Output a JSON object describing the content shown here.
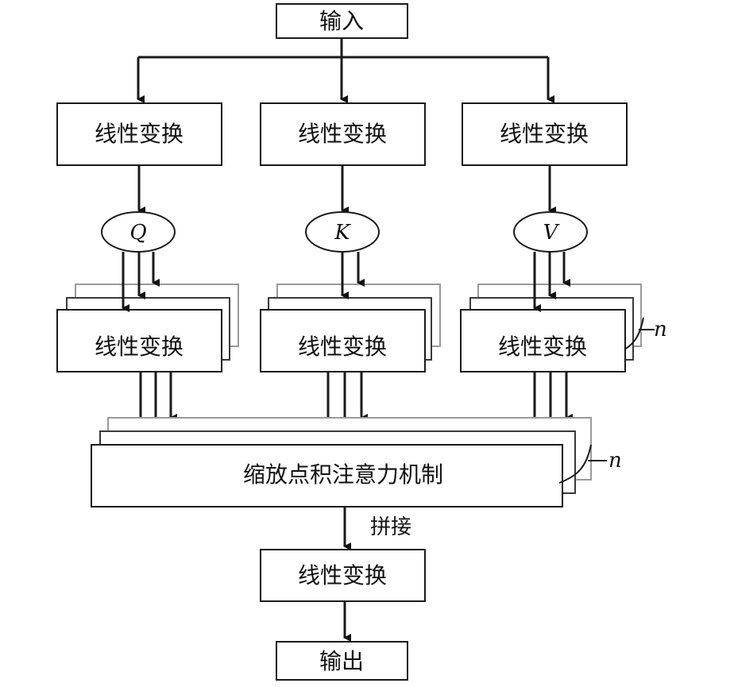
{
  "input_label": "输入",
  "linear_label": "线性变换",
  "q_label": "Q",
  "k_label": "K",
  "v_label": "V",
  "attention_label": "缩放点积注意力机制",
  "concat_label": "拼接",
  "output_label": "输出",
  "n_label": "n"
}
